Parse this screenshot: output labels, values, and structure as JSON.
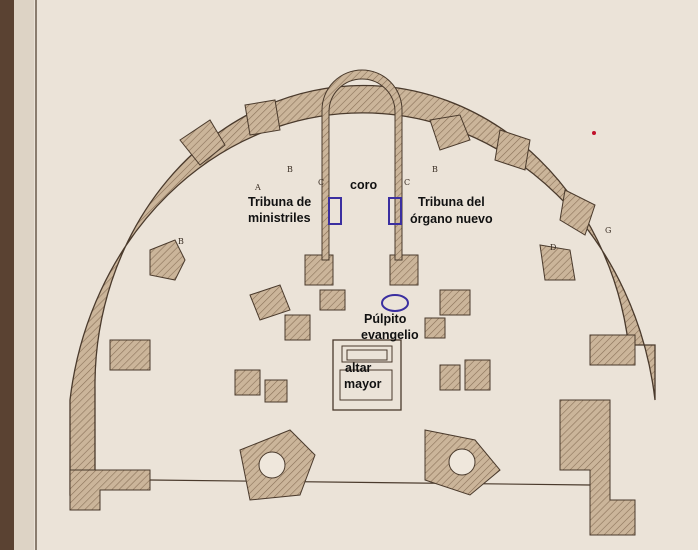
{
  "plan": {
    "labels": {
      "coro": "coro",
      "tribuna_ministriles_1": "Tribuna de",
      "tribuna_ministriles_2": "ministriles",
      "tribuna_organo_1": "Tribuna del",
      "tribuna_organo_2": "órgano nuevo",
      "pulpito_1": "Púlpito",
      "pulpito_2": "evangelio",
      "altar_1": "altar",
      "altar_2": "mayor"
    },
    "markers": [
      "A",
      "B",
      "C",
      "D",
      "G"
    ],
    "colors": {
      "paper": "#ebe3d8",
      "wall": "#c8b196",
      "ink": "#4a3a2c",
      "highlight": "#3b2fa0"
    }
  }
}
